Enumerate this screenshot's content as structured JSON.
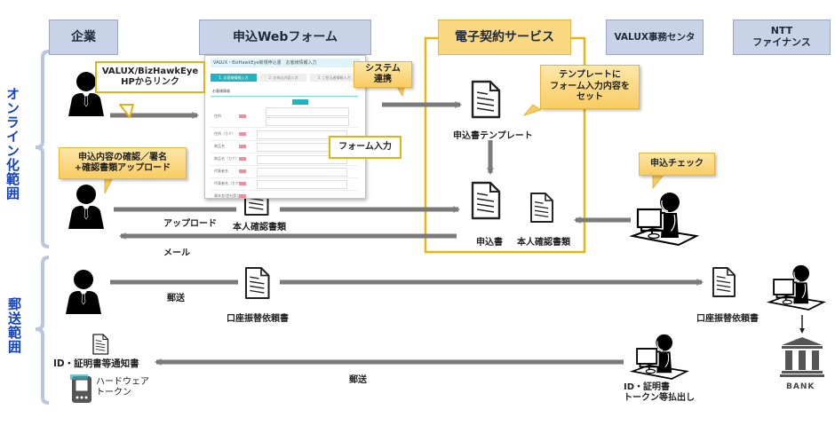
{
  "headers": {
    "company": "企業",
    "web_form": "申込Webフォーム",
    "e_contract": "電子契約サービス",
    "valux_center": "VALUX事務センタ",
    "ntt_finance_line1": "NTT",
    "ntt_finance_line2": "ファイナンス"
  },
  "scopes": {
    "online": "オンライン化範囲",
    "postal": "郵送範囲"
  },
  "callouts": {
    "hp_link_line1": "VALUX/BizHawkEye",
    "hp_link_line2": "HPからリンク",
    "system_link_line1": "システム",
    "system_link_line2": "連携",
    "form_input": "フォーム入力",
    "template_set_line1": "テンプレートに",
    "template_set_line2": "フォーム入力内容を",
    "template_set_line3": "セット",
    "confirm_sign_line1": "申込内容の確認／署名",
    "confirm_sign_line2": "+確認書類アップロード",
    "application_check": "申込チェック"
  },
  "labels": {
    "application_template": "申込書テンプレート",
    "application_form": "申込書",
    "id_documents": "本人確認書類",
    "id_documents_upload": "本人確認書類",
    "upload": "アップロード",
    "mail": "メール",
    "postal_send_1": "郵送",
    "postal_send_2": "郵送",
    "account_transfer_form": "口座振替依頼書",
    "account_transfer_form_ntt": "口座振替依頼書",
    "id_cert_notice": "ID・証明書等通知書",
    "hardware_token_line1": "ハードウェア",
    "hardware_token_line2": "トークン",
    "issue_line1": "ID・証明書",
    "issue_line2": "トークン等払出し",
    "bank": "BANK"
  },
  "form_screenshot": {
    "title": "VALUX・BizHawkEye新規申込書　お客様情報入力",
    "steps": [
      "1. お客様情報入力",
      "2. お申込内容入力",
      "3. ご担当者情報入力"
    ],
    "section": "お客様情報",
    "fields": [
      "住所",
      "住所（カナ）",
      "商品名",
      "商品名（カナ）",
      "代表者名",
      "代表者名（カナ）",
      "資本金/会社設立"
    ]
  },
  "colors": {
    "header_blue": "#c8d3e8",
    "e_contract_yellow": "#fad882",
    "frame_yellow": "#e8b512",
    "scope_blue": "#1340c8",
    "arrow_gray": "#7a7a7a",
    "bracket_blue": "#b9c6e0"
  }
}
